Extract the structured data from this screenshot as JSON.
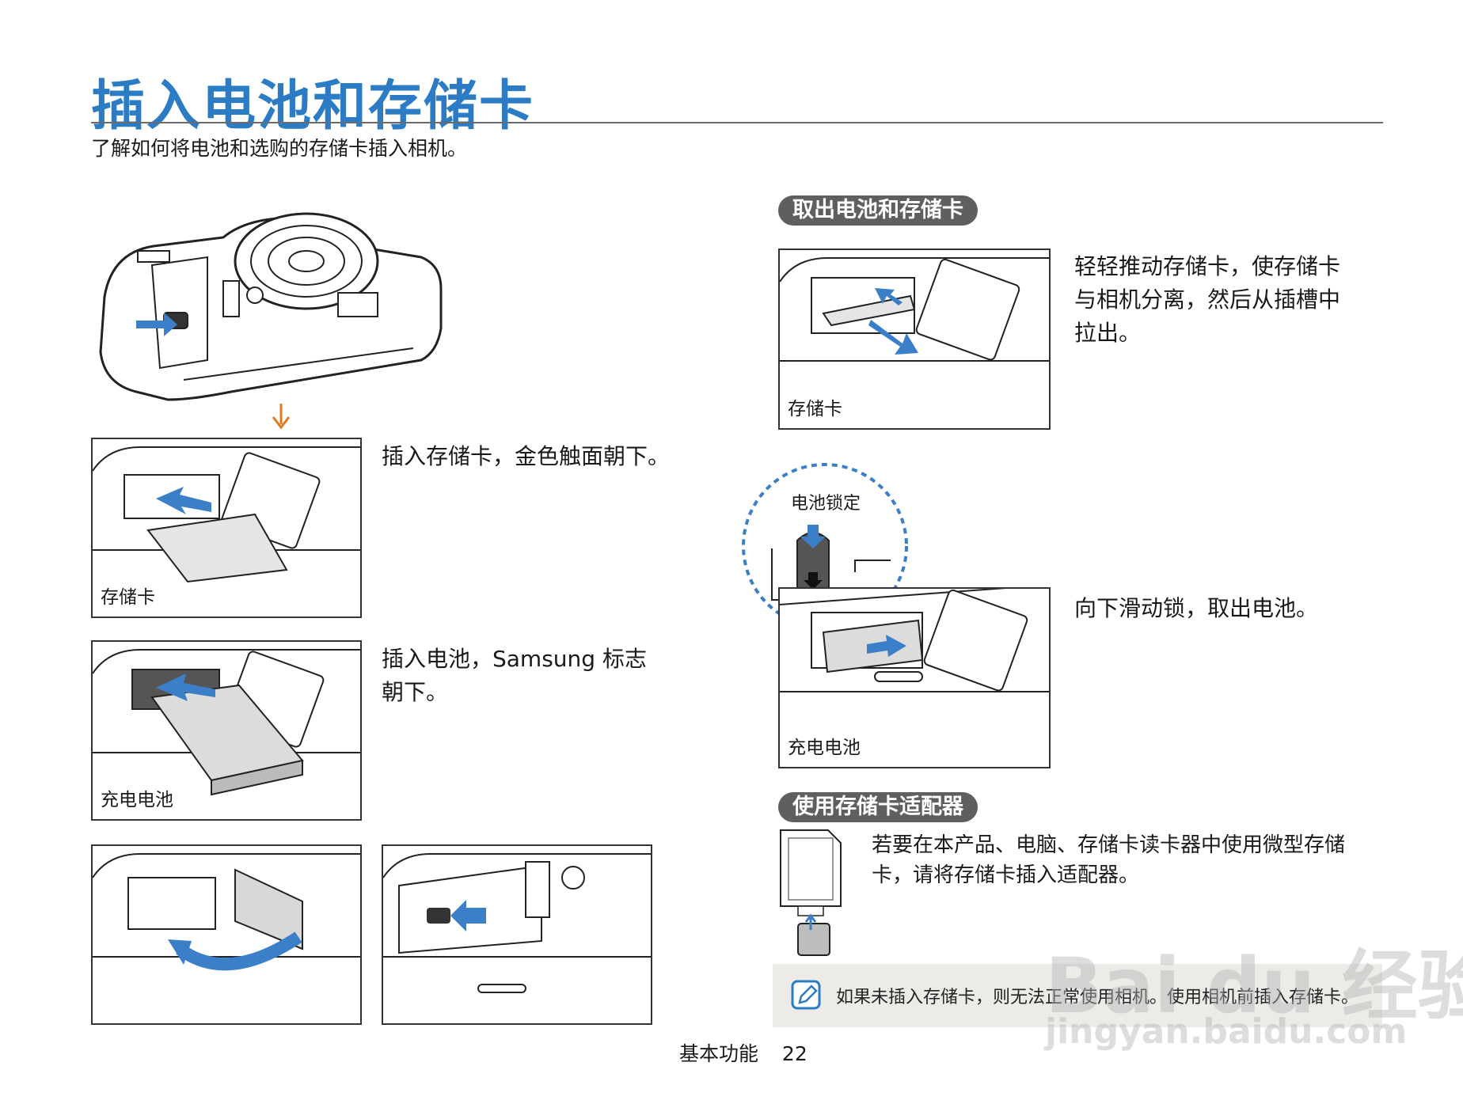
{
  "header": {
    "title": "插入电池和存储卡",
    "subtitle": "了解如何将电池和选购的存储卡插入相机。"
  },
  "left": {
    "step_card": "插入存储卡，金色触面朝下。",
    "card_caption": "存储卡",
    "step_battery": [
      "插入电池，Samsung 标志",
      "朝下。"
    ],
    "battery_caption": "充电电池"
  },
  "right": {
    "remove_heading": "取出电池和存储卡",
    "remove_card_text": [
      "轻轻推动存储卡，使存储卡",
      "与相机分离，然后从插槽中",
      "拉出。"
    ],
    "remove_card_caption": "存储卡",
    "lock_label": "电池锁定",
    "remove_battery_text": "向下滑动锁，取出电池。",
    "remove_battery_caption": "充电电池",
    "adapter_heading": "使用存储卡适配器",
    "adapter_text": [
      "若要在本产品、电脑、存储卡读卡器中使用微型存储",
      "卡，请将存储卡插入适配器。"
    ],
    "note_text": "如果未插入存储卡，则无法正常使用相机。使用相机前插入存储卡。"
  },
  "footer": {
    "section": "基本功能",
    "page": "22"
  },
  "watermark": {
    "line1": "Bai du 经验",
    "line2": "jingyan.baidu.com"
  },
  "colors": {
    "title_blue": "#2b7cc4",
    "arrow_blue": "#3a7fc8",
    "orange_arrow": "#e07b1f",
    "pill_gray": "#5f5f5f",
    "note_bg": "#ecebe8"
  },
  "icons": [
    "camera-illustration",
    "push-arrow-icon",
    "down-arrow-icon",
    "memory-card-icon",
    "battery-icon",
    "sd-adapter-icon",
    "note-pencil-icon"
  ]
}
